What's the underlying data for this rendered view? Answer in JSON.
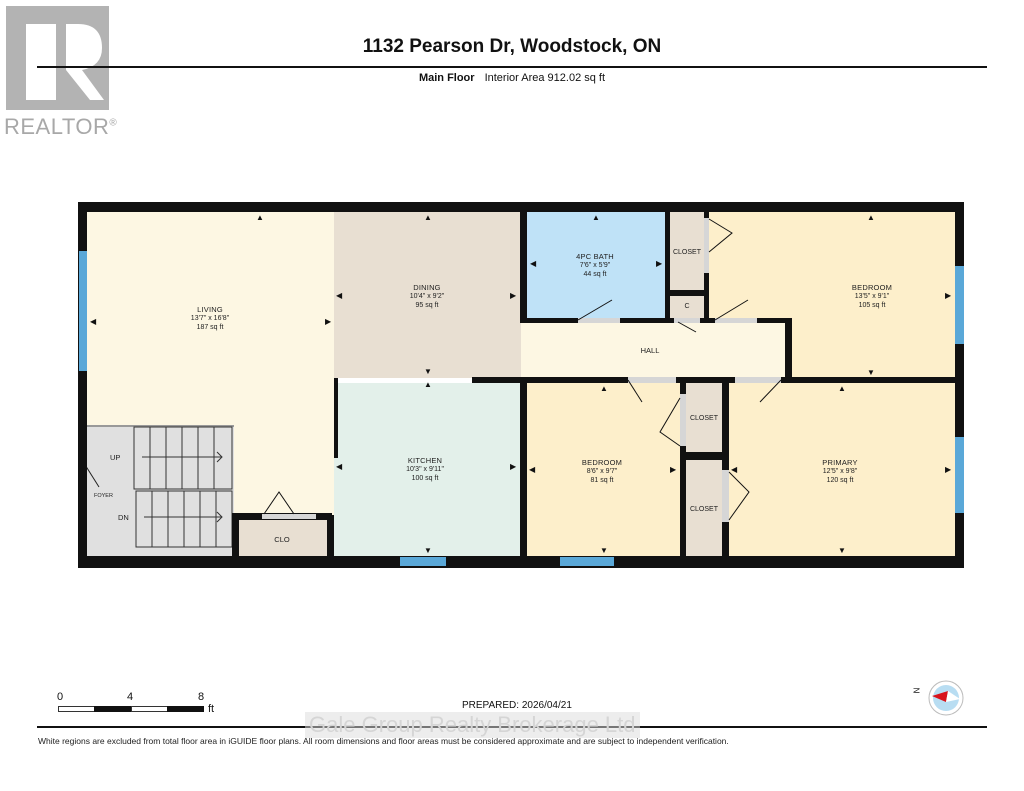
{
  "logo": {
    "text": "REALTOR",
    "mark": "®"
  },
  "header": {
    "title": "1132 Pearson Dr, Woodstock, ON",
    "floor": "Main Floor",
    "area": "Interior Area 912.02 sq ft"
  },
  "rooms": [
    {
      "name": "LIVING",
      "dims": "13'7\" x 16'8\"",
      "area": "187 sq ft"
    },
    {
      "name": "DINING",
      "dims": "10'4\" x 9'2\"",
      "area": "95 sq ft"
    },
    {
      "name": "4PC BATH",
      "dims": "7'6\" x 5'9\"",
      "area": "44 sq ft"
    },
    {
      "name": "BEDROOM",
      "dims": "13'5\" x 9'1\"",
      "area": "105 sq ft"
    },
    {
      "name": "KITCHEN",
      "dims": "10'3\" x 9'11\"",
      "area": "100 sq ft"
    },
    {
      "name": "BEDROOM",
      "dims": "8'6\" x 9'7\"",
      "area": "81 sq ft"
    },
    {
      "name": "PRIMARY",
      "dims": "12'5\" x 9'8\"",
      "area": "120 sq ft"
    }
  ],
  "labels": {
    "hall": "HALL",
    "closet": "CLOSET",
    "c": "C",
    "clo": "CLO",
    "up": "UP",
    "dn": "DN",
    "foyer": "FOYER"
  },
  "scale": {
    "ticks": [
      "0",
      "4",
      "8"
    ],
    "unit": "ft"
  },
  "prepared": "PREPARED: 2026/04/21",
  "compass": {
    "label": "N"
  },
  "watermark": "Gale Group Realty Brokerage Ltd",
  "footer": "White regions are excluded from total floor area in iGUIDE floor plans. All room dimensions and floor areas must be considered approximate and are subject to independent verification.",
  "colors": {
    "living": "#fdf7e3",
    "dining": "#e8dfd2",
    "bath": "#bfe2f7",
    "bedroom": "#fdefcb",
    "kitchen": "#e3f0ea",
    "closet": "#e8dfd2",
    "stairs": "#e0e0e0",
    "window": "#5aa8d8"
  }
}
